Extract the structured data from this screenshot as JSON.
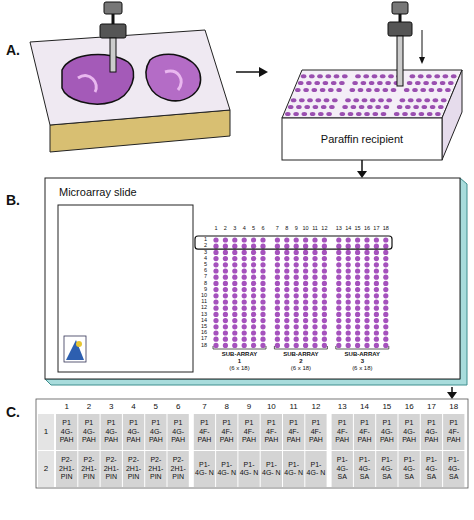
{
  "diagram": {
    "nodes": [
      {
        "text": [
          "Paraffin recipient"
        ]
      },
      {
        "text": [
          "Microarray slide"
        ]
      }
    ],
    "edges": [
      {
        "from": 0,
        "to": 1,
        "arrow": "to"
      }
    ],
    "labels": [
      "A.",
      "B.",
      "C.",
      "1",
      "2",
      "3",
      "4",
      "5",
      "6",
      "7",
      "8",
      "9",
      "10",
      "11",
      "12",
      "13",
      "14",
      "15",
      "16",
      "17",
      "18",
      "1",
      "2",
      "3",
      "4",
      "5",
      "6",
      "7",
      "8",
      "9",
      "10",
      "11",
      "12",
      "13",
      "14",
      "15",
      "16",
      "17",
      "18",
      "SUB-ARRAY",
      "1",
      "(6 x 18)",
      "SUB-ARRAY",
      "2",
      "(6 x 18)",
      "SUB-ARRAY",
      "3",
      "(6 x 18)",
      "1",
      "2",
      "3",
      "4",
      "5",
      "6",
      "7",
      "8",
      "9",
      "10",
      "11",
      "12",
      "13",
      "14",
      "15",
      "16",
      "17",
      "18",
      "1",
      "2",
      "P1 4G- PAH",
      "P1 4G- PAH",
      "P1 4G- PAH",
      "P1 4G- PAH",
      "P1 4G- PAH",
      "P1 4G- PAH",
      "P1 4F- PAH",
      "P1 4F- PAH",
      "P1 4F- PAH",
      "P1 4F- PAH",
      "P1 4F- PAH",
      "P1 4F- PAH",
      "P1 4F- PAH",
      "P1 4F- PAH",
      "P1 4G- PAH",
      "P1 4G- PAH",
      "P1 4G- PAH",
      "P1 4F- PAH",
      "P2- 2H1- PIN",
      "P2- 2H1- PIN",
      "P2- 2H1- PIN",
      "P2- 2H1- PIN",
      "P2- 2H1- PIN",
      "P2- 2H1- PIN",
      "P1- 4G- N",
      "P1- 4G- N",
      "P1- 4G- N",
      "P1- 4G- N",
      "P1- 4G- N",
      "P1- 4G- N",
      "P1- 4G- SA",
      "P1- 4G- SA",
      "P1- 4G- SA",
      "P1- 4G- SA",
      "P1- 4G- SA",
      "P1- 4G- SA"
    ]
  }
}
